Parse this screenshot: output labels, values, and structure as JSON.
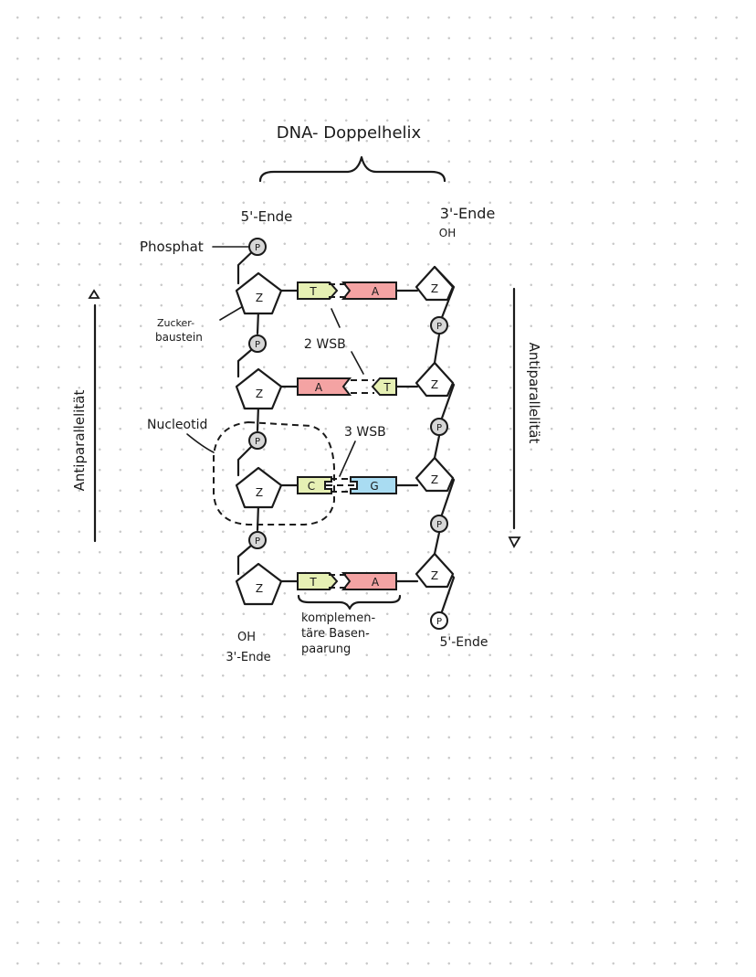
{
  "title": "DNA- Doppelhelix",
  "labels": {
    "five_end_top": "5'-Ende",
    "three_end_top": "3'-Ende",
    "oh_top": "OH",
    "phosphat": "Phosphat",
    "zucker_line1": "Zucker-",
    "zucker_line2": "baustein",
    "nucleotid": "Nucleotid",
    "wsb2": "2 WSB",
    "wsb3": "3 WSB",
    "komp_line1": "komplemen-",
    "komp_line2": "täre Basen-",
    "komp_line3": "paarung",
    "oh_bottom": "OH",
    "three_end_bottom": "3'-Ende",
    "five_end_bottom": "5'-Ende",
    "antiparallel_left": "Antiparallelität",
    "antiparallel_right": "Antiparallelität"
  },
  "symbols": {
    "phosphate": "P",
    "sugar": "Z"
  },
  "pairs": [
    {
      "left": "T",
      "right": "A"
    },
    {
      "left": "A",
      "right": "T"
    },
    {
      "left": "C",
      "right": "G"
    },
    {
      "left": "T",
      "right": "A"
    }
  ],
  "colors": {
    "thymine": "#e6f0b4",
    "adenine": "#f4a3a3",
    "cytosine": "#e6f0b4",
    "guanine": "#a9dcf2",
    "phosphate_fill": "#d7d7d7"
  }
}
